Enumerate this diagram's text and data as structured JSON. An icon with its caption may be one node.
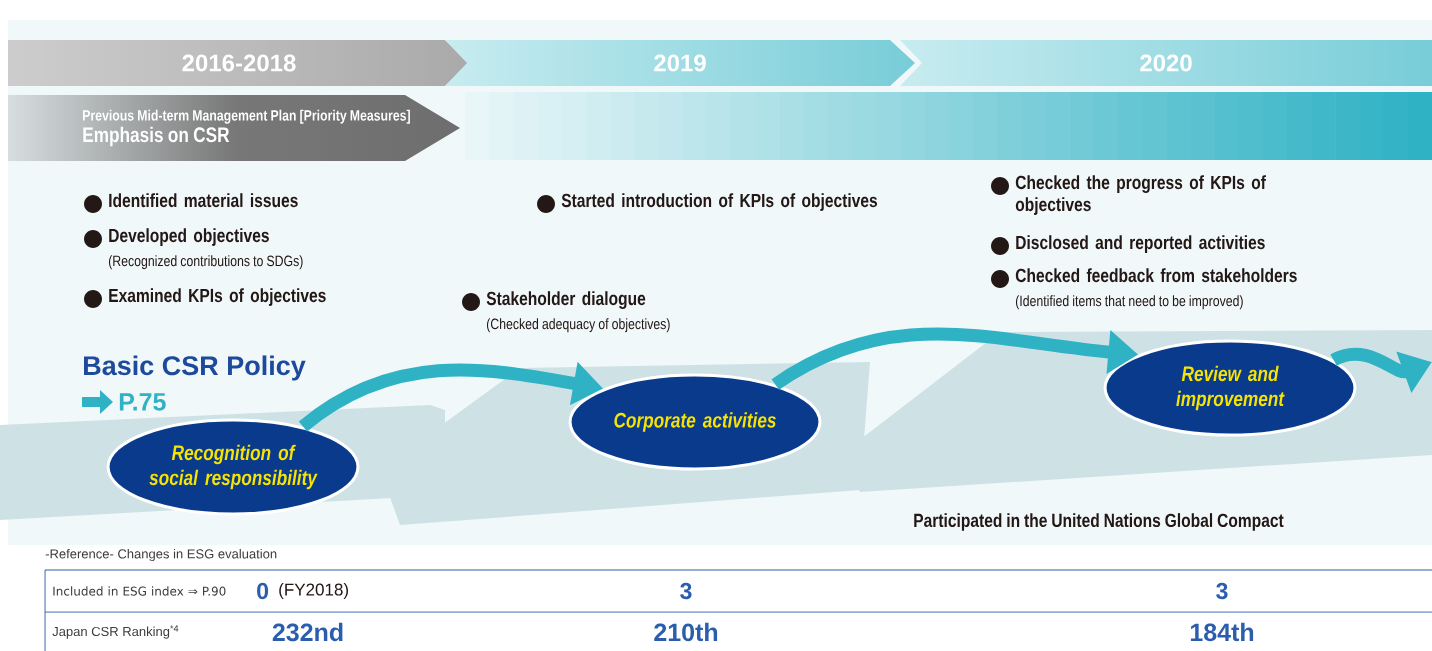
{
  "diagram": {
    "nodes": [
      {
        "text": [
          "2016-2018"
        ]
      },
      {
        "text": [
          "2019"
        ]
      },
      {
        "text": [
          "2020"
        ]
      },
      {
        "text": [
          "Previous Mid-term Management Plan [Priority Measures]",
          "Emphasis on CSR"
        ]
      },
      {
        "text": [
          "Recognition of social responsibility"
        ]
      },
      {
        "text": [
          "Corporate activities"
        ]
      },
      {
        "text": [
          "Review and improvement"
        ]
      }
    ],
    "edges": [
      {
        "from": 4,
        "to": 5,
        "arrow": "to"
      },
      {
        "from": 5,
        "to": 6,
        "arrow": "to"
      },
      {
        "from": 6,
        "to": null,
        "arrow": "to"
      }
    ],
    "labels": [
      "Identified material issues",
      "Developed objectives",
      "(Recognized contributions to SDGs)",
      "Examined KPIs of objectives",
      "Started introduction of KPIs of objectives",
      "Stakeholder dialogue",
      "(Checked adequacy of objectives)",
      "Checked the progress of KPIs of objectives",
      "Disclosed and reported activities",
      "Checked feedback from stakeholders",
      "(Identified items that need to be improved)",
      "Basic CSR Policy",
      "P.75",
      "Participated in the United Nations Global Compact",
      "-Reference- Changes in ESG evaluation",
      "Included in ESG index ⇒ P.90",
      "0",
      "(FY2018)",
      "3",
      "3",
      "Japan CSR Ranking$^{*4}$",
      "232nd",
      "210th",
      "184th"
    ]
  }
}
